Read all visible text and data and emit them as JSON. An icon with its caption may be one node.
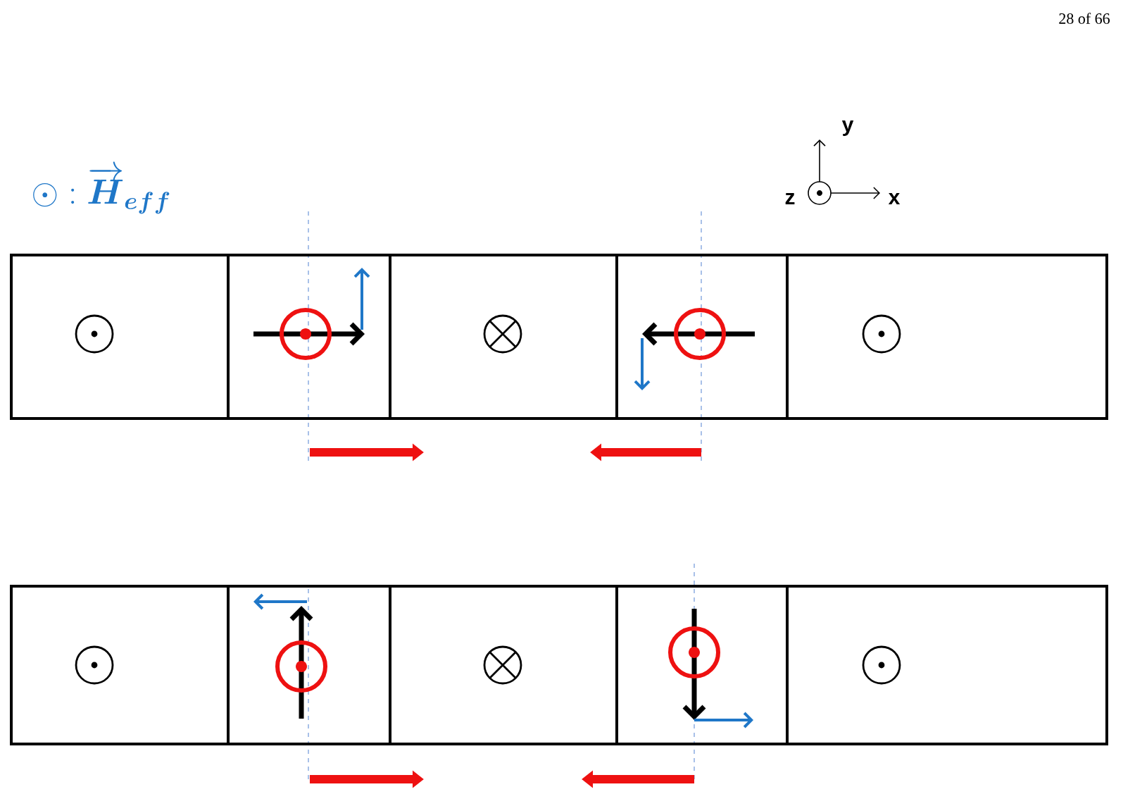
{
  "diagram": {
    "nodes": [
      {
        "text": [],
        "shape": "box"
      },
      {
        "text": [],
        "shape": "box"
      },
      {
        "text": [],
        "shape": "box"
      },
      {
        "text": [],
        "shape": "box"
      },
      {
        "text": [],
        "shape": "box"
      },
      {
        "text": [],
        "shape": "box"
      },
      {
        "text": [],
        "shape": "box"
      },
      {
        "text": [],
        "shape": "box"
      },
      {
        "text": [],
        "shape": "box"
      },
      {
        "text": [],
        "shape": "box"
      }
    ],
    "labels": [
      "28 of 66",
      "\\odot : \\overrightarrow{\\boldsymbol{H}}_{\\boldsymbol{eff}}",
      "y",
      "z",
      "x"
    ]
  }
}
